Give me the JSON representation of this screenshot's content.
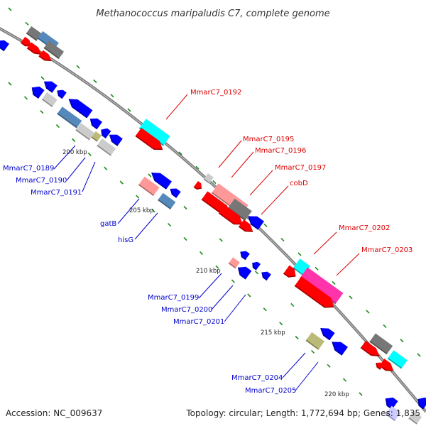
{
  "title": "Methanococcus maripaludis C7, complete genome",
  "footer": {
    "accession": "Accession: NC_009637",
    "topology": "Topology: circular; Length: 1,772,694 bp; Genes: 1,835"
  },
  "kbp_labels": [
    "200 kbp",
    "205 kbp",
    "210 kbp",
    "215 kbp",
    "220 kbp"
  ],
  "colors": {
    "forward_cds": "#ff0000",
    "reverse_cds": "#0000ff",
    "trna": "#ff9999",
    "rrna": "#00ffff",
    "pink": "#ff33aa",
    "gray": "#777777",
    "steel": "#5588bb",
    "light_gray": "#cccccc",
    "olive": "#bbbb77",
    "backbone": "#888888",
    "tick": "#1a8c1a",
    "red_label": "#dd0000",
    "blue_label": "#0000cc"
  },
  "red_labels": [
    "MmarC7_0192",
    "MmarC7_0195",
    "MmarC7_0196",
    "MmarC7_0197",
    "cobD",
    "MmarC7_0202",
    "MmarC7_0203"
  ],
  "blue_labels": [
    "MmarC7_0189",
    "MmarC7_0190",
    "MmarC7_0191",
    "gatB",
    "hisG",
    "MmarC7_0199",
    "MmarC7_0200",
    "MmarC7_0201",
    "MmarC7_0204",
    "MmarC7_0205"
  ]
}
